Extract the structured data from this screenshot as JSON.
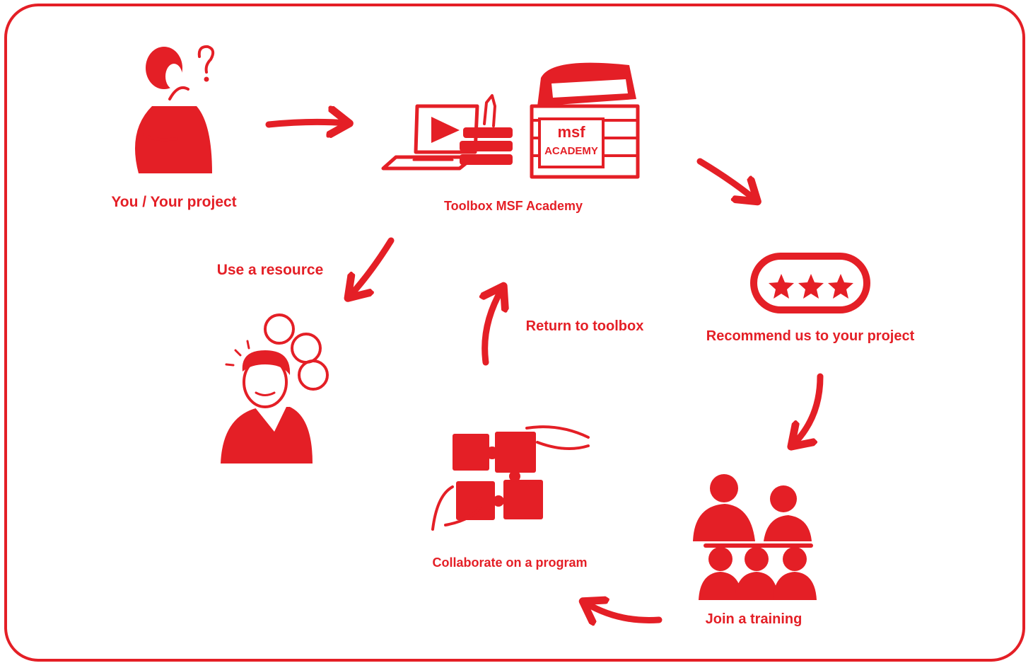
{
  "colors": {
    "accent": "#e41f26",
    "background": "#ffffff"
  },
  "steps": {
    "you": {
      "label": "You / Your project",
      "icon": "thinking-person-icon"
    },
    "toolbox": {
      "label": "Toolbox MSF Academy",
      "icon": "laptop-and-treasure-chest-icon",
      "chest_text_1": "msf",
      "chest_text_2": "ACADEMY"
    },
    "use_resource": {
      "label": "Use a resource",
      "icon": "person-with-ideas-icon"
    },
    "return_toolbox": {
      "label": "Return to toolbox"
    },
    "recommend": {
      "label": "Recommend us to your project",
      "icon": "three-star-rating-icon"
    },
    "collaborate": {
      "label": "Collaborate on a program",
      "icon": "puzzle-hands-icon"
    },
    "join_training": {
      "label": "Join a training",
      "icon": "training-audience-icon"
    }
  }
}
